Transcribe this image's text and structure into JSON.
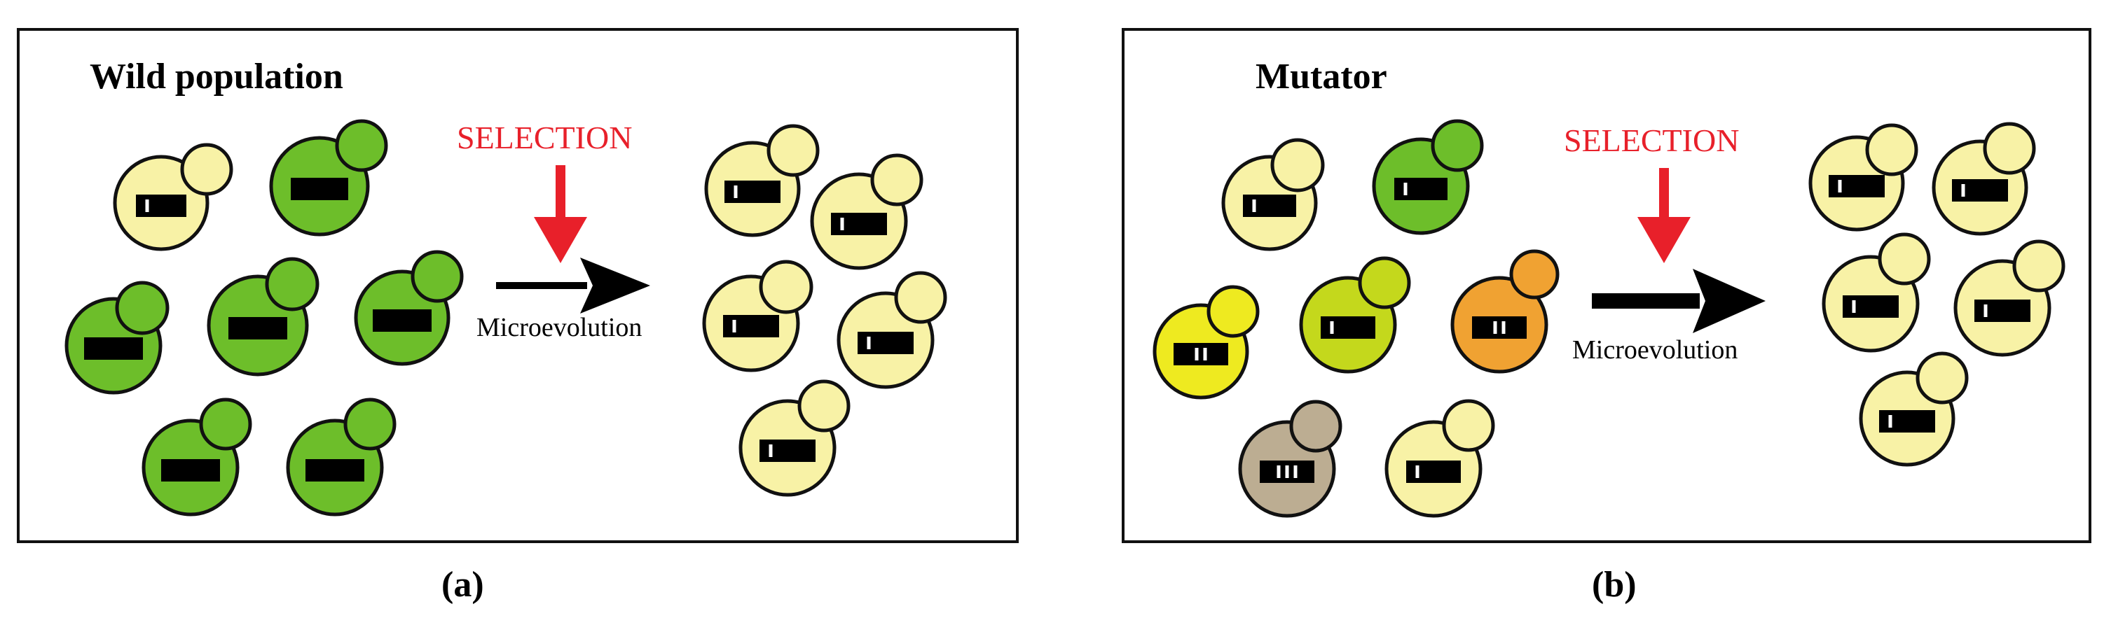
{
  "colors": {
    "pale_yellow": "#f8f2a6",
    "green": "#6dbe2a",
    "bright_yellow": "#eeea20",
    "yellow_green": "#c4d81c",
    "orange": "#f0a232",
    "tan": "#bcad92",
    "selection_red": "#e8202a",
    "outline": "#111111"
  },
  "panels": [
    {
      "title": "Wild population",
      "caption": "(a)",
      "selection_label": "SELECTION",
      "process_label": "Microevolution",
      "before_cells": [
        {
          "color": "pale_yellow",
          "marks": 1
        },
        {
          "color": "green",
          "marks": 0
        },
        {
          "color": "green",
          "marks": 0
        },
        {
          "color": "green",
          "marks": 0
        },
        {
          "color": "green",
          "marks": 0
        },
        {
          "color": "green",
          "marks": 0
        },
        {
          "color": "green",
          "marks": 0
        }
      ],
      "after_cells": [
        {
          "color": "pale_yellow",
          "marks": 1
        },
        {
          "color": "pale_yellow",
          "marks": 1
        },
        {
          "color": "pale_yellow",
          "marks": 1
        },
        {
          "color": "pale_yellow",
          "marks": 1
        },
        {
          "color": "pale_yellow",
          "marks": 1
        }
      ]
    },
    {
      "title": "Mutator",
      "caption": "(b)",
      "selection_label": "SELECTION",
      "process_label": "Microevolution",
      "before_cells": [
        {
          "color": "pale_yellow",
          "marks": 1
        },
        {
          "color": "green",
          "marks": 1
        },
        {
          "color": "bright_yellow",
          "marks": 2
        },
        {
          "color": "yellow_green",
          "marks": 1
        },
        {
          "color": "orange",
          "marks": 2
        },
        {
          "color": "tan",
          "marks": 3
        },
        {
          "color": "pale_yellow",
          "marks": 1
        }
      ],
      "after_cells": [
        {
          "color": "pale_yellow",
          "marks": 1
        },
        {
          "color": "pale_yellow",
          "marks": 1
        },
        {
          "color": "pale_yellow",
          "marks": 1
        },
        {
          "color": "pale_yellow",
          "marks": 1
        },
        {
          "color": "pale_yellow",
          "marks": 1
        }
      ]
    }
  ]
}
